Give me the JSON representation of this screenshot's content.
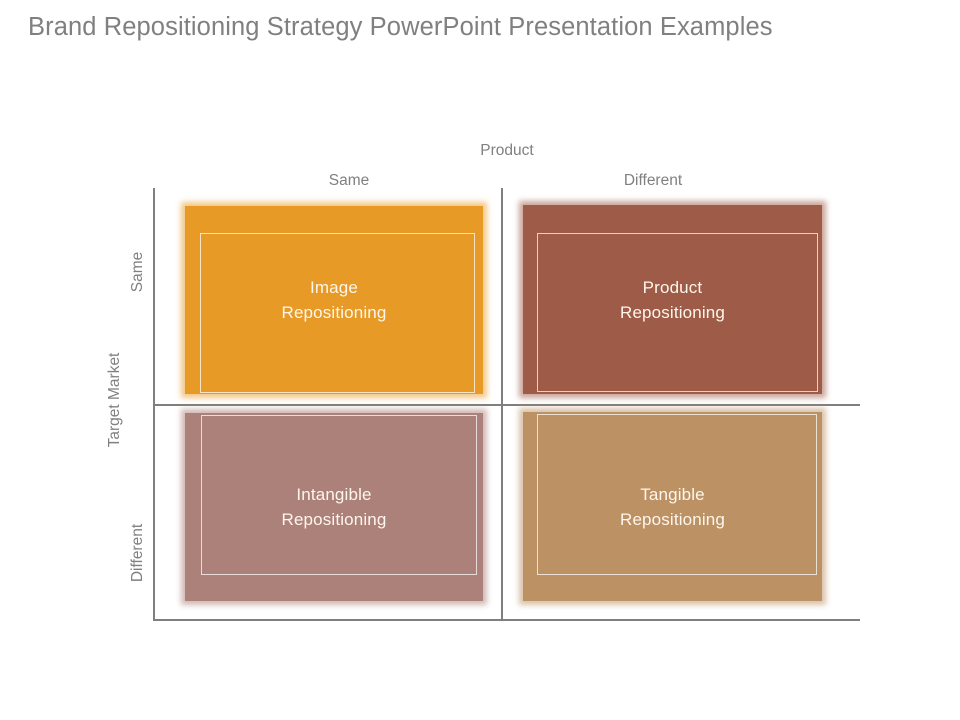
{
  "slide": {
    "title": "Brand Repositioning Strategy PowerPoint Presentation Examples"
  },
  "matrix": {
    "x_axis": {
      "title": "Product",
      "columns": [
        "Same",
        "Different"
      ]
    },
    "y_axis": {
      "title": "Target Market",
      "rows": [
        "Same",
        "Different"
      ]
    },
    "quadrants": [
      {
        "id": "image-repositioning",
        "line1": "Image",
        "line2": "Repositioning",
        "row": "Same",
        "column": "Same",
        "color": "#E89A26"
      },
      {
        "id": "product-repositioning",
        "line1": "Product",
        "line2": "Repositioning",
        "row": "Same",
        "column": "Different",
        "color": "#9E5B47"
      },
      {
        "id": "intangible-repositioning",
        "line1": "Intangible",
        "line2": "Repositioning",
        "row": "Different",
        "column": "Same",
        "color": "#AC8179"
      },
      {
        "id": "tangible-repositioning",
        "line1": "Tangible",
        "line2": "Repositioning",
        "row": "Different",
        "column": "Different",
        "color": "#BC9164"
      }
    ]
  },
  "colors": {
    "title_text": "#808080",
    "axis_text": "#808080",
    "axis_line": "#7F7F7F",
    "quadrant_text": "#FDF6EC",
    "background": "#FFFFFF"
  }
}
